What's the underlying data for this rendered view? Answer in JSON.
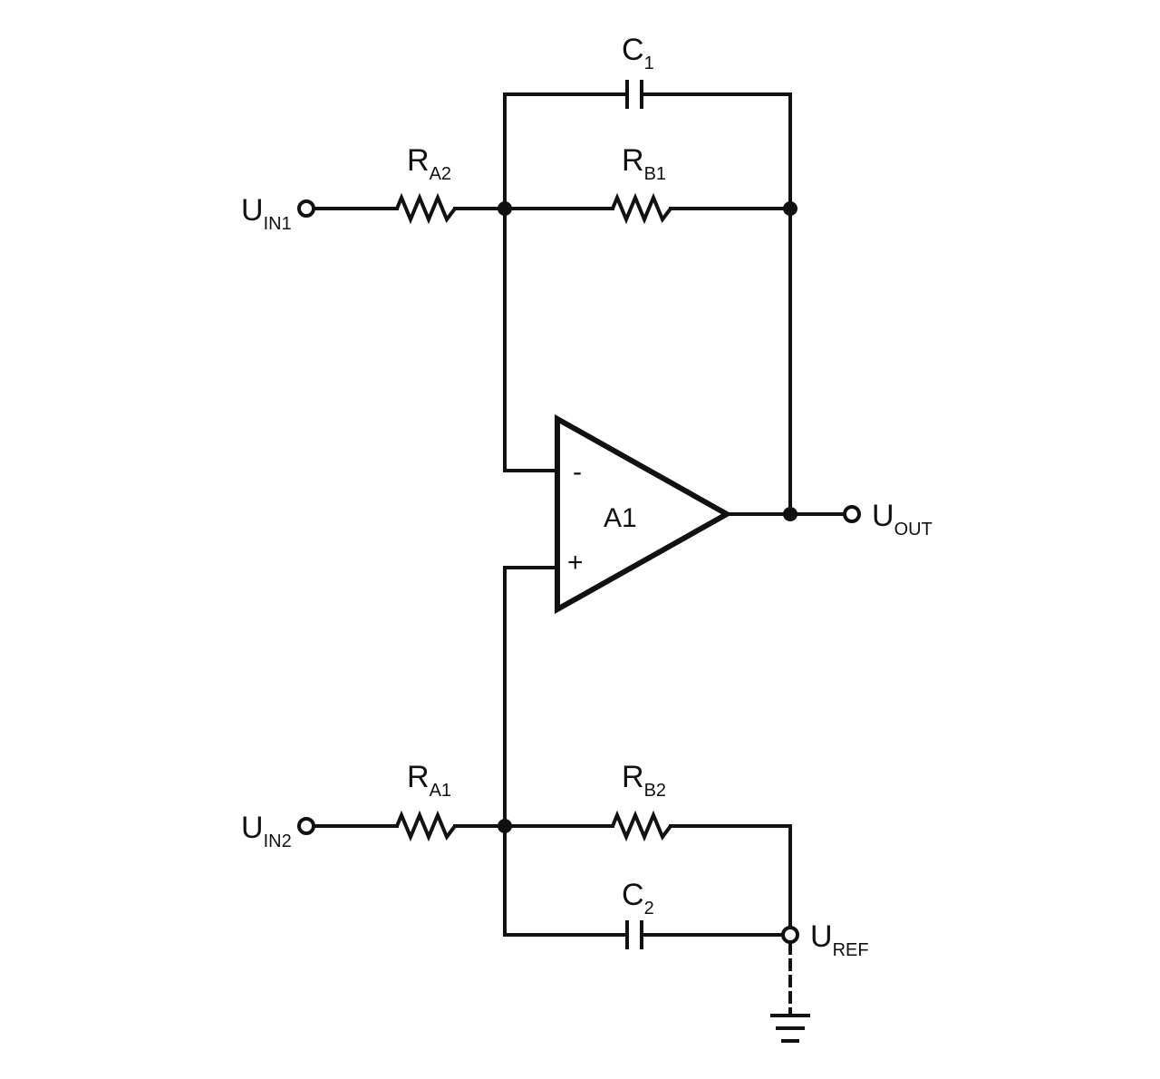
{
  "components": {
    "c1": {
      "main": "C",
      "sub": "1"
    },
    "c2": {
      "main": "C",
      "sub": "2"
    },
    "ra1": {
      "main": "R",
      "sub": "A1"
    },
    "ra2": {
      "main": "R",
      "sub": "A2"
    },
    "rb1": {
      "main": "R",
      "sub": "B1"
    },
    "rb2": {
      "main": "R",
      "sub": "B2"
    },
    "amp": {
      "name": "A1",
      "minus": "-",
      "plus": "+"
    }
  },
  "terminals": {
    "in1": {
      "main": "U",
      "sub": "IN1"
    },
    "in2": {
      "main": "U",
      "sub": "IN2"
    },
    "out": {
      "main": "U",
      "sub": "OUT"
    },
    "ref": {
      "main": "U",
      "sub": "REF"
    }
  },
  "colors": {
    "line": "#111111",
    "background": "#ffffff"
  }
}
